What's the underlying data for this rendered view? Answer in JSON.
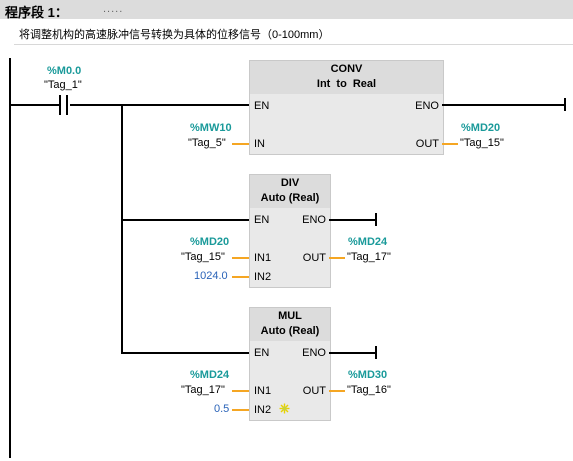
{
  "network": {
    "title": "程序段 1：",
    "dots": ".....",
    "comment": "将调整机构的高速脉冲信号转换为具体的位移信号（0-100mm）"
  },
  "contact": {
    "address": "%M0.0",
    "tag": "\"Tag_1\""
  },
  "conv": {
    "title": "CONV",
    "subtitle_left": "Int",
    "subtitle_mid": "to",
    "subtitle_right": "Real",
    "pin_en": "EN",
    "pin_eno": "ENO",
    "pin_in": "IN",
    "pin_out": "OUT",
    "in_address": "%MW10",
    "in_tag": "\"Tag_5\"",
    "out_address": "%MD20",
    "out_tag": "\"Tag_15\""
  },
  "div": {
    "title": "DIV",
    "subtitle": "Auto (Real)",
    "pin_en": "EN",
    "pin_eno": "ENO",
    "pin_in1": "IN1",
    "pin_in2": "IN2",
    "pin_out": "OUT",
    "in1_address": "%MD20",
    "in1_tag": "\"Tag_15\"",
    "in2_value": "1024.0",
    "out_address": "%MD24",
    "out_tag": "\"Tag_17\""
  },
  "mul": {
    "title": "MUL",
    "subtitle": "Auto (Real)",
    "pin_en": "EN",
    "pin_eno": "ENO",
    "pin_in1": "IN1",
    "pin_in2": "IN2",
    "pin_out": "OUT",
    "in1_address": "%MD24",
    "in1_tag": "\"Tag_17\"",
    "in2_value": "0.5",
    "out_address": "%MD30",
    "out_tag": "\"Tag_16\""
  },
  "icons": {
    "add_input": "add-input-star-icon"
  },
  "colors": {
    "operand_address": "#1a9a9a",
    "constant": "#2a63b8",
    "wire_operand": "#f5a623",
    "add_star": "#e8d200"
  }
}
